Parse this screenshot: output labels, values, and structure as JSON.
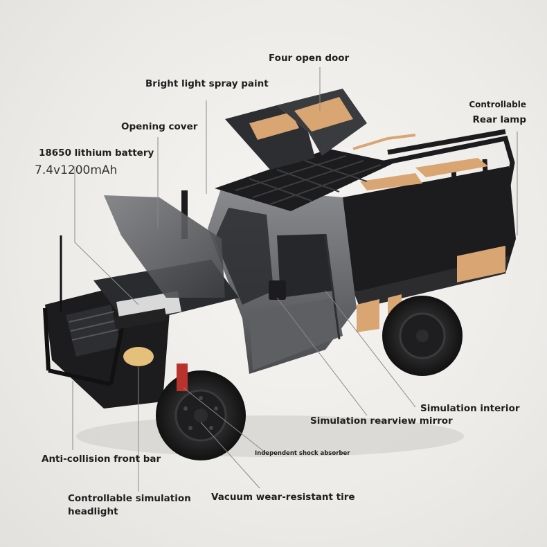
{
  "labels": {
    "four_open_door": "Four open door",
    "bright_light_spray_paint": "Bright light spray paint",
    "opening_cover": "Opening cover",
    "battery": "18650 lithium battery",
    "battery_spec": "7.4v1200mAh",
    "controllable_1": "Controllable",
    "rear_lamp": "Rear lamp",
    "simulation_interior": "Simulation interior",
    "simulation_rearview_mirror": "Simulation rearview mirror",
    "independent_shock_absorber": "Independent shock absorber",
    "anti_collision_front_bar": "Anti-collision front bar",
    "controllable_simulation": "Controllable simulation",
    "headlight": "headlight",
    "vacuum_tire": "Vacuum wear-resistant tire"
  },
  "colors": {
    "body_gray": "#6e6f72",
    "body_dark": "#3c3d40",
    "black": "#1c1c1e",
    "accent_tan": "#d9a673",
    "leader_line": "#8a8a8a"
  }
}
